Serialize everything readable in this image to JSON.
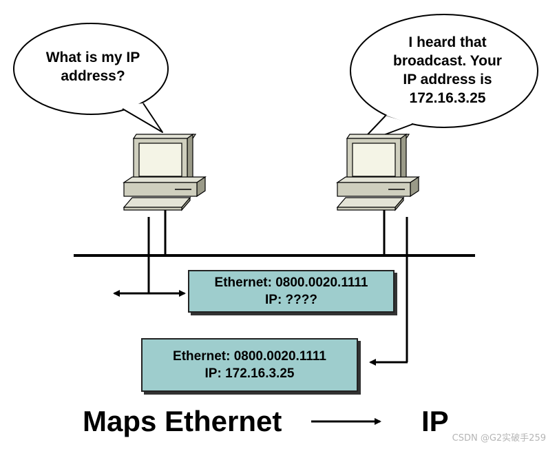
{
  "left_bubble": {
    "lines": [
      "What is my IP",
      "address?"
    ]
  },
  "right_bubble": {
    "lines": [
      "I heard that",
      "broadcast. Your",
      "IP address is",
      "172.16.3.25"
    ]
  },
  "request_packet": {
    "ethernet": "Ethernet: 0800.0020.1111",
    "ip": "IP: ????"
  },
  "reply_packet": {
    "ethernet": "Ethernet: 0800.0020.1111",
    "ip": "IP: 172.16.3.25"
  },
  "caption": {
    "left": "Maps Ethernet",
    "right": "IP"
  },
  "watermark": "CSDN @G2实破手259",
  "colors": {
    "packet_fill": "#9ecdcd",
    "line": "#000000",
    "computer_body": "#cfcfbe"
  },
  "icons": [
    "computer-icon",
    "double-arrow-icon",
    "arrow-right-icon"
  ]
}
